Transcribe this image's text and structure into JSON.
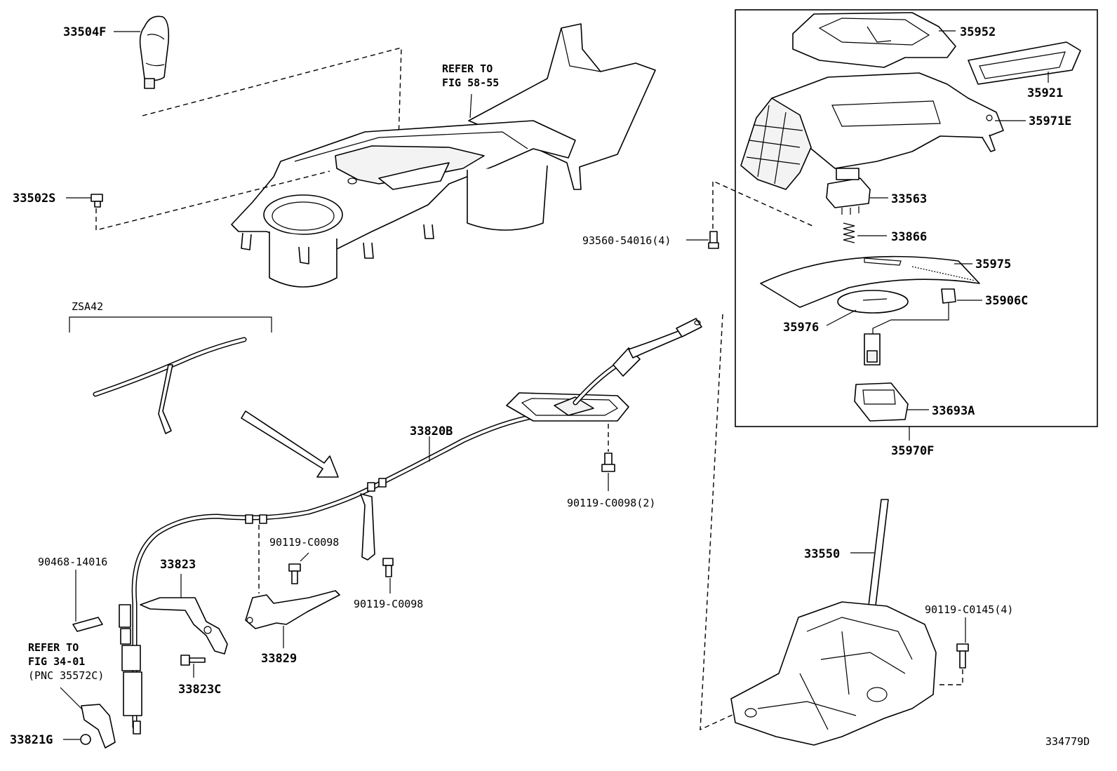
{
  "diagram": {
    "figure_id": "334779D",
    "variant_label": "ZSA42",
    "inset_assembly": "35970F",
    "references": {
      "console": [
        "REFER TO",
        "FIG 58-55"
      ],
      "lower": [
        "REFER TO",
        "FIG 34-01",
        "(PNC 35572C)"
      ]
    },
    "parts": {
      "p33504F": "33504F",
      "p33502S": "33502S",
      "p35952": "35952",
      "p35921": "35921",
      "p35971E": "35971E",
      "p33563": "33563",
      "p33866": "33866",
      "p35975": "35975",
      "p35906C": "35906C",
      "p35976": "35976",
      "p33693A": "33693A",
      "p93560": "93560-54016(4)",
      "p33820B": "33820B",
      "p90119_2": "90119-C0098(2)",
      "p90119_a": "90119-C0098",
      "p90119_b": "90119-C0098",
      "p90468": "90468-14016",
      "p33823": "33823",
      "p33829": "33829",
      "p33823C": "33823C",
      "p33821G": "33821G",
      "p33550": "33550",
      "p90119_c145": "90119-C0145(4)"
    }
  }
}
